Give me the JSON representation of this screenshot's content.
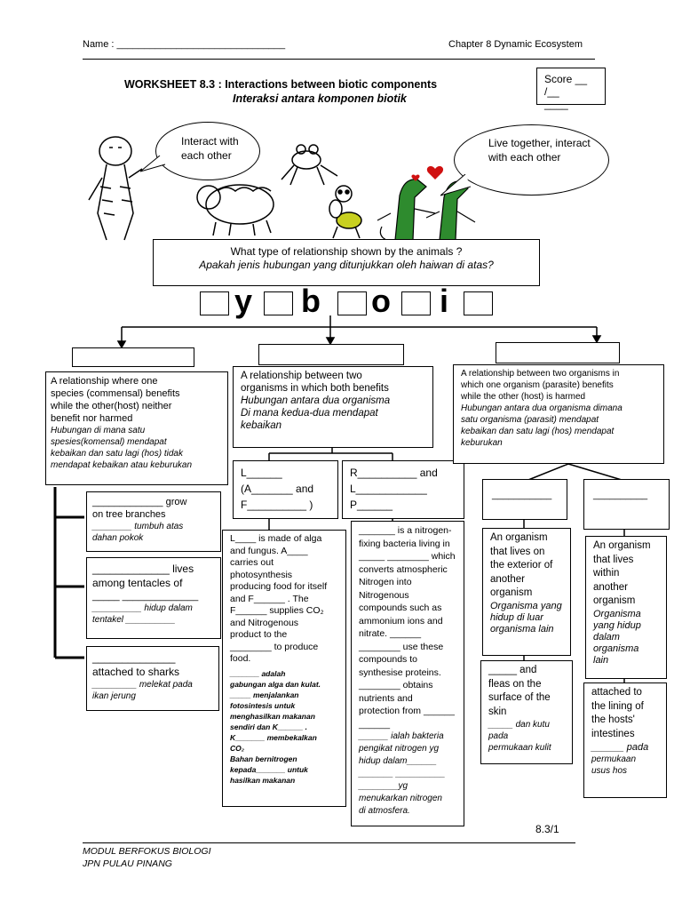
{
  "header": {
    "name_label": "Name : _______________________________",
    "chapter": "Chapter  8 Dynamic Ecosystem"
  },
  "title": {
    "main": "WORKSHEET 8.3 : Interactions  between  biotic  components",
    "malay": "Interaksi antara komponen biotik"
  },
  "score": {
    "label": "Score __ /__",
    "line2": "____"
  },
  "bubbles": {
    "left": "Interact with each other",
    "right": "Live together, interact with each other"
  },
  "question": {
    "en": "What type of relationship shown by the animals ?",
    "ms": "Apakah jenis hubungan yang ditunjukkan oleh haiwan di atas?"
  },
  "puzzle": {
    "letters": [
      "y",
      "b",
      "o",
      "i"
    ]
  },
  "commensalism": {
    "lines": [
      "A relationship where one",
      "species (commensal)  benefits",
      "while the other(host)  neither",
      "benefit nor harmed"
    ],
    "malay": [
      "Hubungan di mana satu",
      "spesies(komensal) mendapat",
      "kebaikan dan satu lagi (hos) tidak",
      "mendapat kebaikan atau keburukan"
    ],
    "ex1": {
      "en": [
        "_____________ grow",
        "on tree branches"
      ],
      "ms": [
        "________ tumbuh atas",
        "dahan pokok"
      ]
    },
    "ex2": {
      "en": [
        "_____________ lives",
        "among tentacles of"
      ],
      "blank": "_____ ______________",
      "ms": [
        "__________  hidup dalam",
        "tentakel __________"
      ]
    },
    "ex3": {
      "en": [
        "______________",
        "attached to sharks"
      ],
      "ms": [
        "_________  melekat pada",
        "ikan jerung"
      ]
    }
  },
  "mutualism": {
    "lines": [
      "A relationship between two",
      "organisms in which  both benefits"
    ],
    "malay": [
      "Hubungan antara dua organisma",
      "Di mana kedua-dua mendapat",
      "kebaikan"
    ],
    "lichen_label": [
      "L______",
      "(A_______ and",
      "F__________ )"
    ],
    "rhizo_label": [
      "R__________ and",
      "L____________",
      "P______"
    ],
    "lichen_text": [
      "L____ is made of alga",
      "and fungus. A____",
      "carries out",
      "photosynthesis",
      "producing food for itself",
      "and F______ . The",
      "F______ supplies CO₂",
      "and Nitrogenous",
      "product to the",
      "________  to produce",
      "food."
    ],
    "lichen_malay": [
      "_______ adalah",
      "gabungan alga dan kulat.",
      "_____ menjalankan",
      "fotosintesis untuk",
      "menghasilkan makanan",
      "sendiri dan K______ .",
      "K_______ membekalkan",
      "CO₂",
      "Bahan bernitrogen",
      "kepada_______ untuk",
      "hasilkan makanan"
    ],
    "rhizo_text": [
      "_______ is a nitrogen-",
      "fixing bacteria living in",
      "_____ ________ which",
      "converts atmospheric",
      "Nitrogen into",
      "Nitrogenous",
      "compounds such as",
      "ammonium ions and",
      "nitrate. ______",
      "________ use these",
      "compounds to",
      "synthesise proteins.",
      "________ obtains",
      "nutrients and",
      "protection from ______",
      "______"
    ],
    "rhizo_malay": [
      "______ ialah bakteria",
      "pengikat nitrogen yg",
      "hidup dalam______",
      "_______ __________",
      "________yg",
      "menukarkan nitrogen",
      "di atmosfera."
    ]
  },
  "parasitism": {
    "lines": [
      "A relationship between two organisms in",
      "which one organism (parasite) benefits",
      "while the other (host) is harmed"
    ],
    "malay": [
      "Hubungan antara dua organisma dimana",
      "satu organisma (parasit) mendapat",
      "kebaikan dan satu lagi (hos) mendapat",
      "keburukan"
    ],
    "ecto_blank": "___________",
    "endo_blank": "__________",
    "ecto_def": {
      "en": [
        "An organism",
        "that lives on",
        "the exterior of",
        "another",
        "organism"
      ],
      "ms": [
        "Organisma yang",
        "hidup di luar",
        "organisma lain"
      ]
    },
    "endo_def": {
      "en": [
        "An organism",
        "that lives",
        "within",
        "another",
        "organism"
      ],
      "ms": [
        "Organisma",
        "yang hidup",
        "dalam",
        "organisma",
        "lain"
      ]
    },
    "ecto_ex": {
      "en": [
        "_____ and",
        "fleas on the",
        "surface of the",
        "skin"
      ],
      "ms": [
        "_____ dan kutu",
        "pada",
        "permukaan kulit"
      ]
    },
    "endo_ex": {
      "en": [
        "attached to",
        "the lining of",
        "the hosts'",
        "intestines"
      ],
      "ms_blank": "______ pada",
      "ms": [
        "permukaan",
        "usus hos"
      ]
    }
  },
  "page_num": "8.3/1",
  "footer": {
    "line1": "MODUL BERFOKUS BIOLOGI",
    "line2": "JPN PULAU PINANG"
  },
  "colors": {
    "heart": "#d01010",
    "crocodile": "#2e8b2e",
    "fly": "#c8d020"
  }
}
